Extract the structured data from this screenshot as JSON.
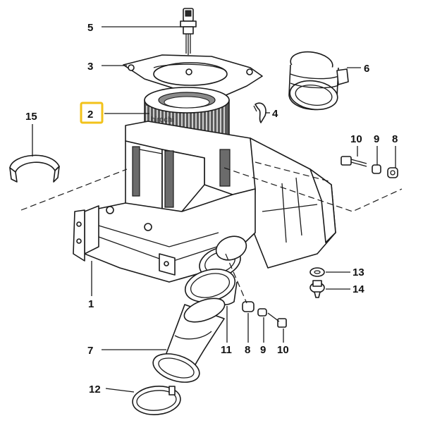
{
  "watermark": "hirochi",
  "highlight_color": "#f2c21a",
  "callouts": [
    {
      "id": "c5",
      "label": "5"
    },
    {
      "id": "c3",
      "label": "3"
    },
    {
      "id": "c6",
      "label": "6"
    },
    {
      "id": "c2",
      "label": "2"
    },
    {
      "id": "c15",
      "label": "15"
    },
    {
      "id": "c4",
      "label": "4"
    },
    {
      "id": "c10a",
      "label": "10"
    },
    {
      "id": "c9a",
      "label": "9"
    },
    {
      "id": "c8a",
      "label": "8"
    },
    {
      "id": "c13",
      "label": "13"
    },
    {
      "id": "c14",
      "label": "14"
    },
    {
      "id": "c1",
      "label": "1"
    },
    {
      "id": "c7",
      "label": "7"
    },
    {
      "id": "c11",
      "label": "11"
    },
    {
      "id": "c8b",
      "label": "8"
    },
    {
      "id": "c9b",
      "label": "9"
    },
    {
      "id": "c10b",
      "label": "10"
    },
    {
      "id": "c12",
      "label": "12"
    }
  ]
}
